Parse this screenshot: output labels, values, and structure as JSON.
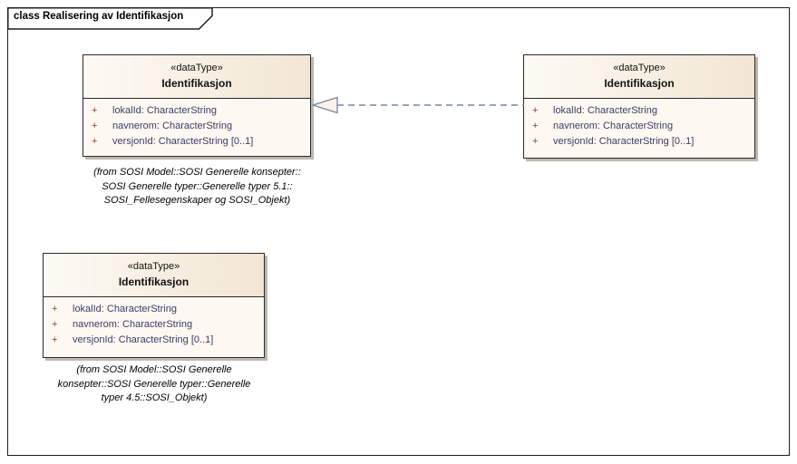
{
  "frame": {
    "title": "class Realisering av Identifikasjon"
  },
  "colors": {
    "box_header_gradient_start": "#fdfaf4",
    "box_header_gradient_end": "#f2e5d3",
    "box_body_fill": "#fdf9f2",
    "box_border": "#2b2b2b",
    "box_shadow": "#bcb8b0",
    "attribute_text": "#3b3b63",
    "visibility_sign": "#8d3b32",
    "connector_line": "#7585a5",
    "connector_arrow_fill": "#fbf3e8",
    "frame_border": "#1f1f1f"
  },
  "boxes": [
    {
      "stereotype": "«dataType»",
      "name": "Identifikasjon",
      "attributes": [
        {
          "visibility": "+",
          "text": "lokalId: CharacterString"
        },
        {
          "visibility": "+",
          "text": "navnerom: CharacterString"
        },
        {
          "visibility": "+",
          "text": "versjonId: CharacterString [0..1]"
        }
      ]
    },
    {
      "stereotype": "«dataType»",
      "name": "Identifikasjon",
      "attributes": [
        {
          "visibility": "+",
          "text": "lokalId: CharacterString"
        },
        {
          "visibility": "+",
          "text": "navnerom: CharacterString"
        },
        {
          "visibility": "+",
          "text": "versjonId: CharacterString [0..1]"
        }
      ]
    },
    {
      "stereotype": "«dataType»",
      "name": "Identifikasjon",
      "attributes": [
        {
          "visibility": "+",
          "text": "lokalId: CharacterString"
        },
        {
          "visibility": "+",
          "text": "navnerom: CharacterString"
        },
        {
          "visibility": "+",
          "text": "versjonId: CharacterString [0..1]"
        }
      ]
    }
  ],
  "notes": [
    {
      "text": "(from SOSI Model::SOSI Generelle konsepter::\nSOSI Generelle typer::Generelle typer 5.1::\nSOSI_Fellesegenskaper og SOSI_Objekt)"
    },
    {
      "text": "(from SOSI Model::SOSI Generelle\nkonsepter::SOSI Generelle typer::Generelle\ntyper 4.5::SOSI_Objekt)"
    }
  ],
  "connector": {
    "type": "realization",
    "line_style": "dashed"
  }
}
